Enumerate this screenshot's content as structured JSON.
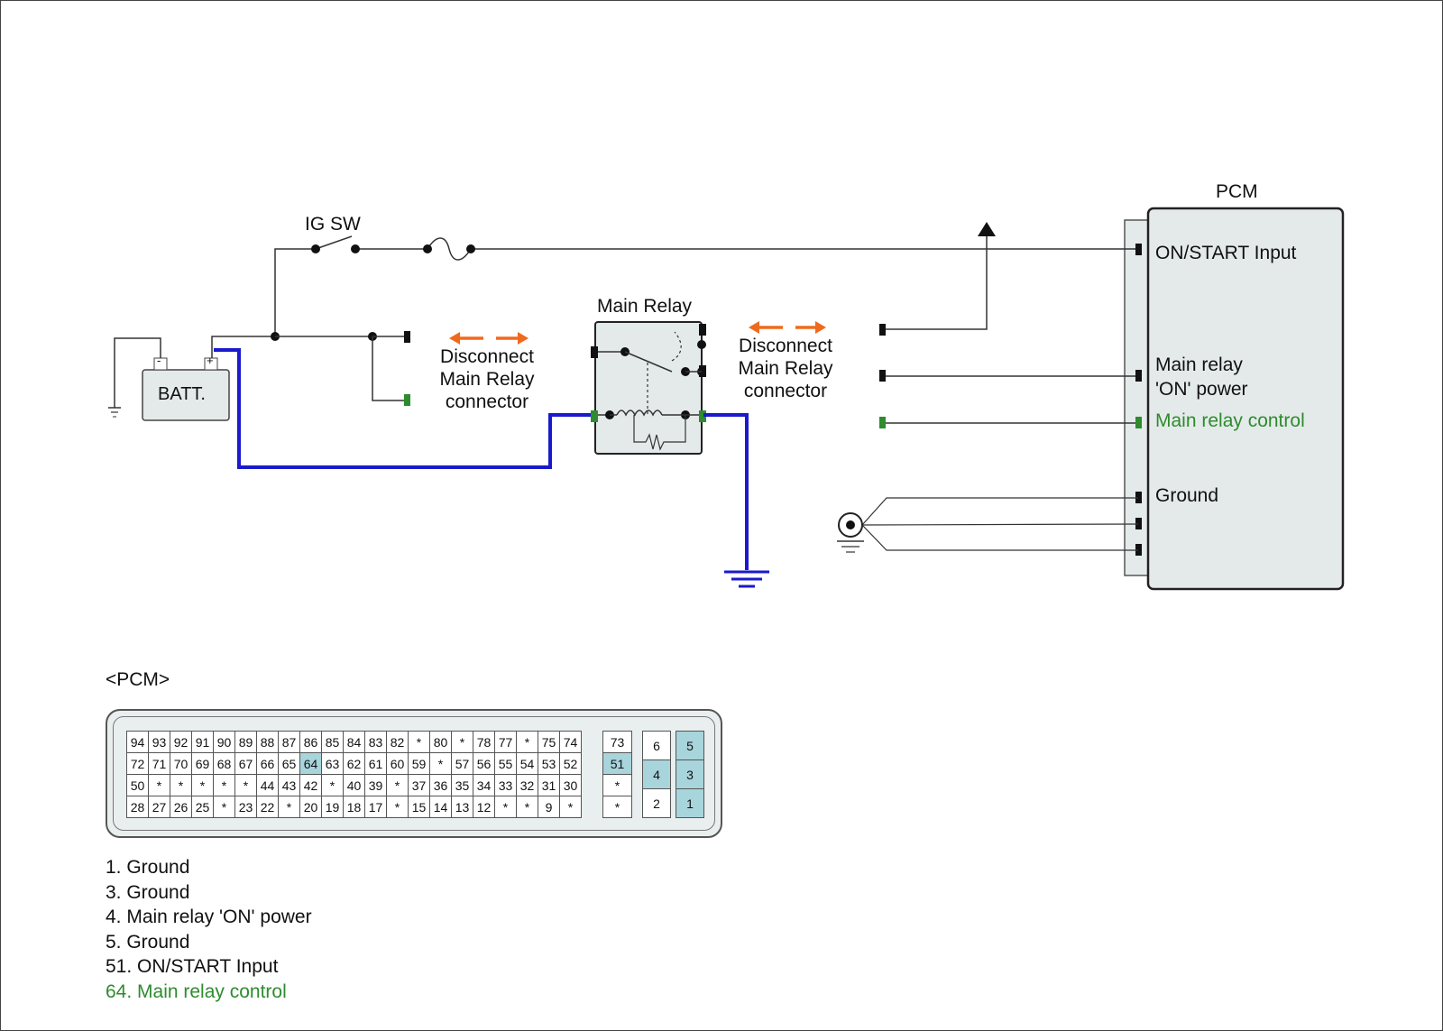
{
  "labels": {
    "ig_sw": "IG SW",
    "main_relay": "Main Relay",
    "pcm": "PCM",
    "batt": "BATT.",
    "batt_minus": "-",
    "batt_plus": "+",
    "disconnect_left": [
      "Disconnect",
      "Main Relay",
      "connector"
    ],
    "disconnect_right": [
      "Disconnect",
      "Main Relay",
      "connector"
    ],
    "pcm_pins": {
      "on_start": "ON/START Input",
      "main_relay_on_1": "Main relay",
      "main_relay_on_2": "'ON' power",
      "main_relay_control": "Main relay control",
      "ground": "Ground"
    },
    "connector_title": "<PCM>"
  },
  "connector": {
    "main_rows": [
      [
        "94",
        "93",
        "92",
        "91",
        "90",
        "89",
        "88",
        "87",
        "86",
        "85",
        "84",
        "83",
        "82",
        "*",
        "80",
        "*",
        "78",
        "77",
        "*",
        "75",
        "74"
      ],
      [
        "72",
        "71",
        "70",
        "69",
        "68",
        "67",
        "66",
        "65",
        "64",
        "63",
        "62",
        "61",
        "60",
        "59",
        "*",
        "57",
        "56",
        "55",
        "54",
        "53",
        "52"
      ],
      [
        "50",
        "*",
        "*",
        "*",
        "*",
        "*",
        "44",
        "43",
        "42",
        "*",
        "40",
        "39",
        "*",
        "37",
        "36",
        "35",
        "34",
        "33",
        "32",
        "31",
        "30"
      ],
      [
        "28",
        "27",
        "26",
        "25",
        "*",
        "23",
        "22",
        "*",
        "20",
        "19",
        "18",
        "17",
        "*",
        "15",
        "14",
        "13",
        "12",
        "*",
        "*",
        "9",
        "*"
      ]
    ],
    "side_col": [
      "73",
      "51",
      "*",
      "*"
    ],
    "small_left": [
      "6",
      "4",
      "2"
    ],
    "small_right": [
      "5",
      "3",
      "1"
    ],
    "highlighted": [
      "64",
      "51",
      "4",
      "5",
      "3",
      "1"
    ]
  },
  "pin_legend": [
    {
      "text": "1. Ground",
      "color": "#111111"
    },
    {
      "text": "3. Ground",
      "color": "#111111"
    },
    {
      "text": "4. Main relay 'ON' power",
      "color": "#111111"
    },
    {
      "text": "5. Ground",
      "color": "#111111"
    },
    {
      "text": "51. ON/START Input",
      "color": "#111111"
    },
    {
      "text": "64. Main relay control",
      "color": "#2e8b2e"
    }
  ],
  "colors": {
    "wire": "#333333",
    "highlight_wire": "#1a1acc",
    "control_pin": "#2e8b2e",
    "arrow": "#f06a1e",
    "box_fill": "#e4eaea",
    "highlight_cell": "#a8d4dc"
  }
}
